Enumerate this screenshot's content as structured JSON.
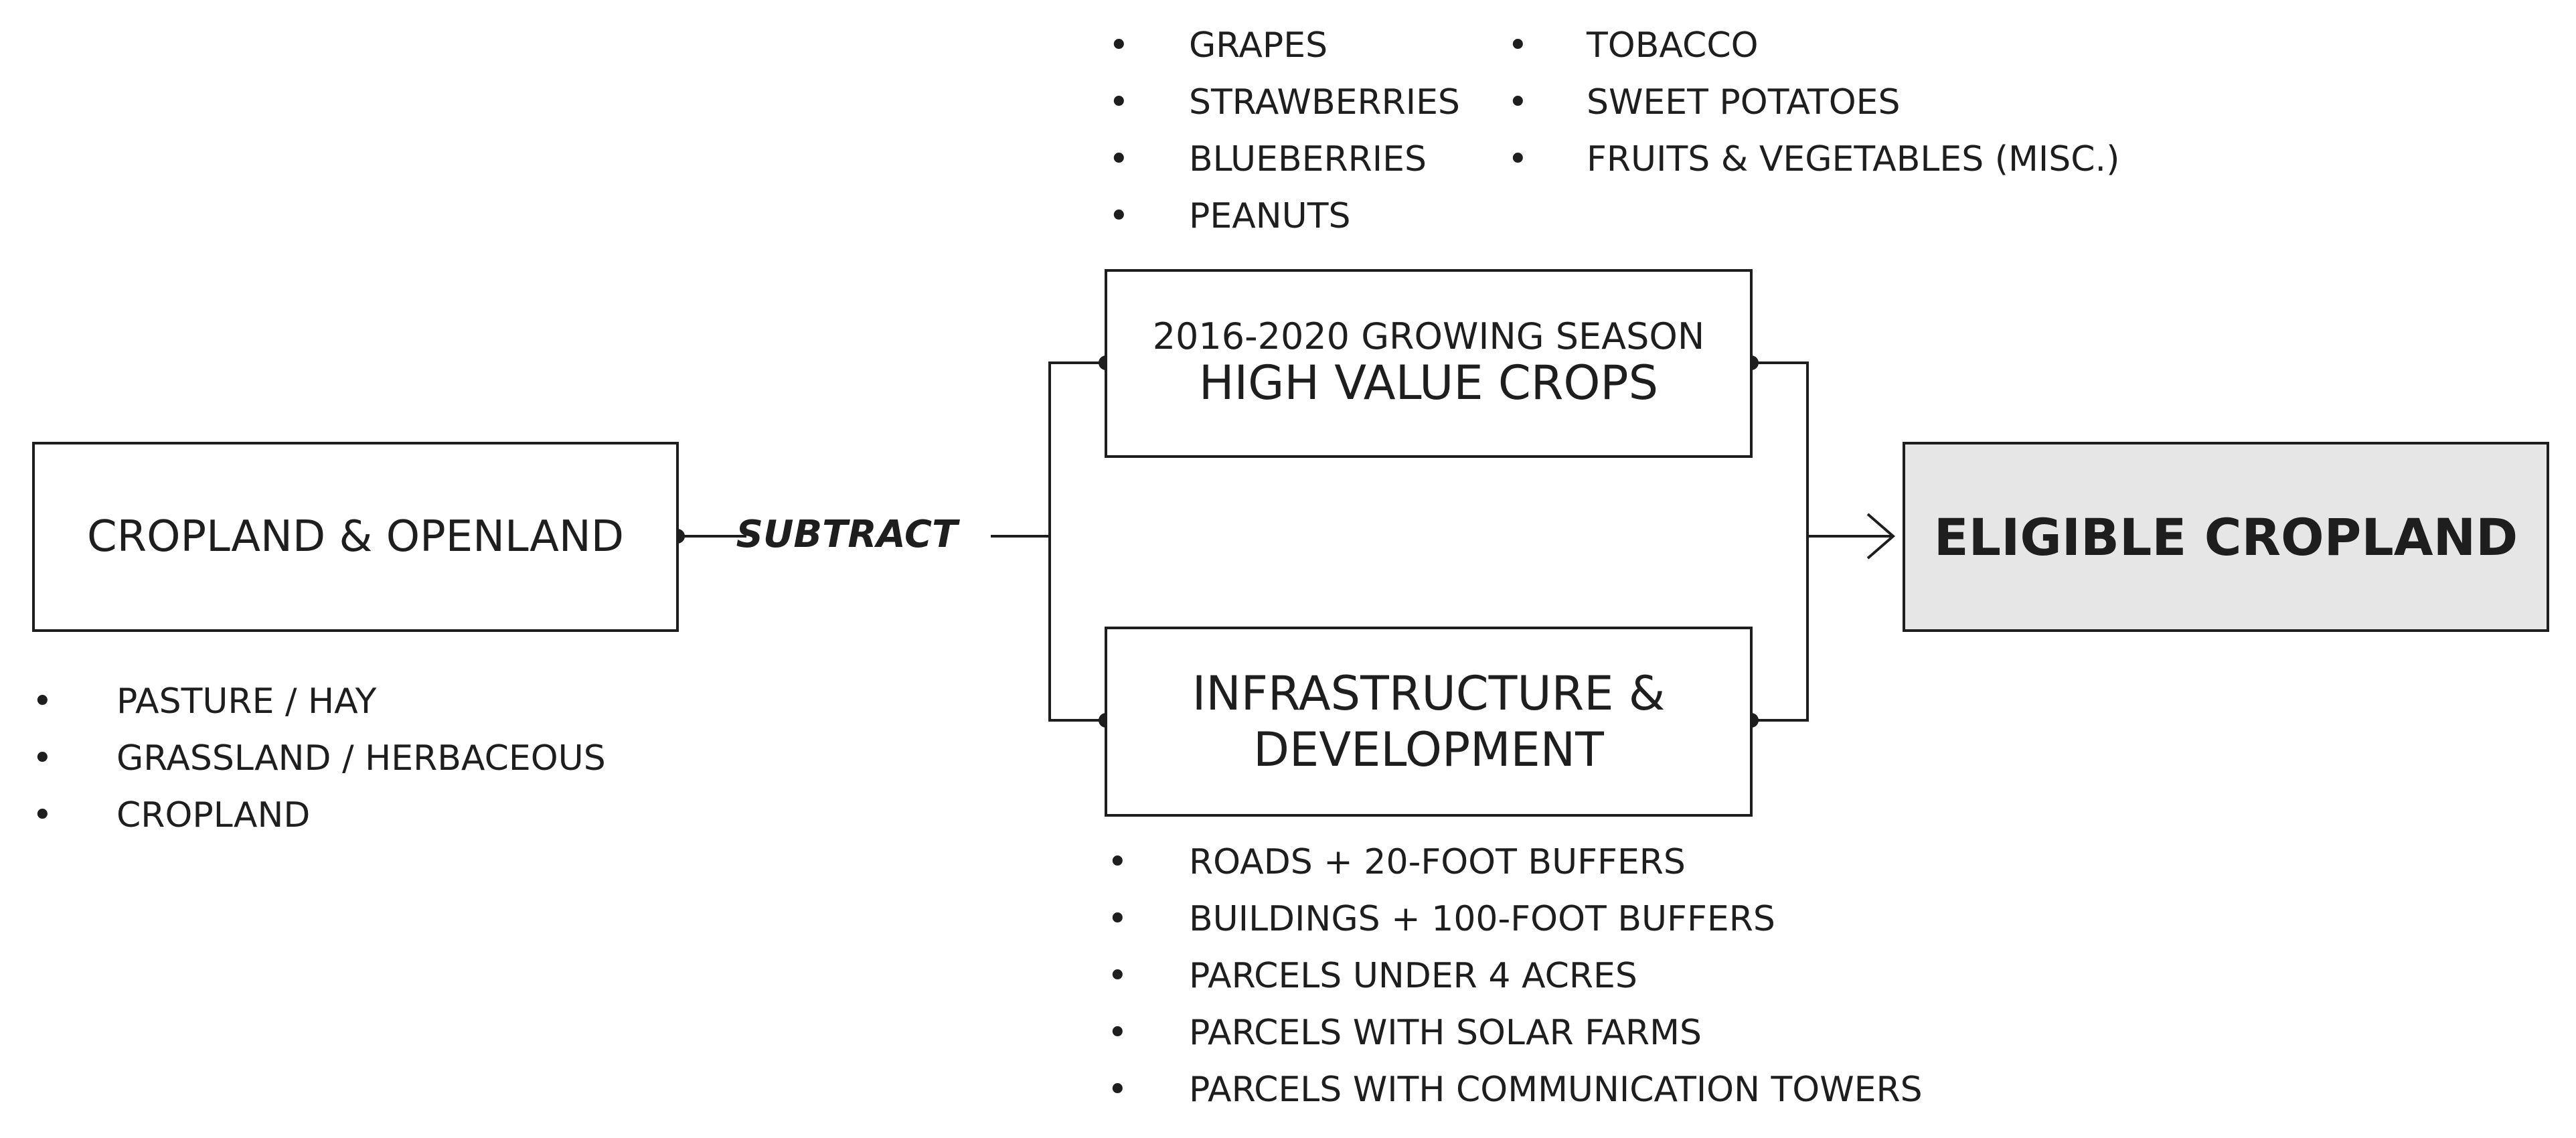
{
  "diagram": {
    "cropland_box": {
      "label": "CROPLAND & OPENLAND"
    },
    "operation_label": "SUBTRACT",
    "high_value_box": {
      "subtitle": "2016-2020 GROWING SEASON",
      "title": "HIGH VALUE CROPS"
    },
    "infrastructure_box": {
      "line1": "INFRASTRUCTURE &",
      "line2": "DEVELOPMENT"
    },
    "eligible_box": {
      "label": "ELIGIBLE CROPLAND"
    },
    "high_value_crops_col1": [
      "GRAPES",
      "STRAWBERRIES",
      "BLUEBERRIES",
      "PEANUTS"
    ],
    "high_value_crops_col2": [
      "TOBACCO",
      "SWEET POTATOES",
      "FRUITS & VEGETABLES (MISC.)"
    ],
    "cropland_items": [
      "PASTURE / HAY",
      "GRASSLAND / HERBACEOUS",
      "CROPLAND"
    ],
    "infrastructure_items": [
      "ROADS + 20-FOOT BUFFERS",
      "BUILDINGS + 100-FOOT BUFFERS",
      "PARCELS UNDER 4 ACRES",
      "PARCELS WITH SOLAR FARMS",
      "PARCELS WITH COMMUNICATION TOWERS"
    ],
    "colors": {
      "line": "#1e1e1e",
      "eligible_fill": "#e6e6e6",
      "box_fill": "#ffffff"
    }
  }
}
